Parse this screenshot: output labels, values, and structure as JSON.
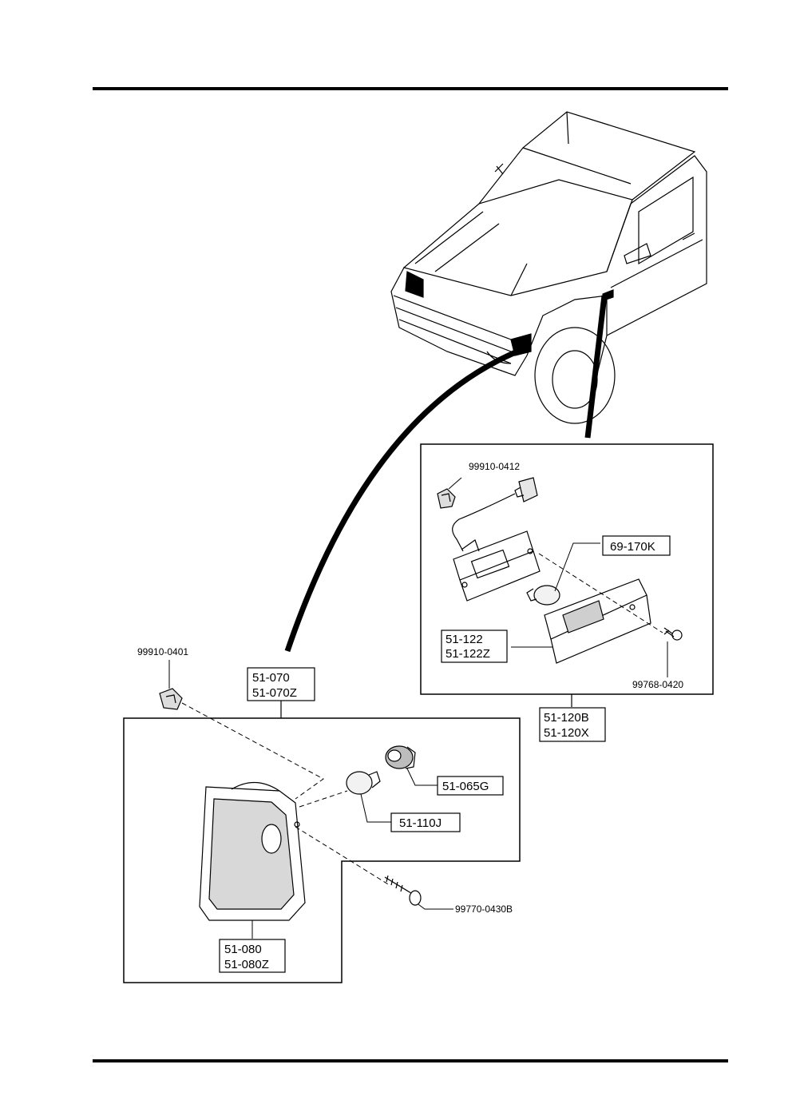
{
  "labels": {
    "clip_front": "99910-0401",
    "assy_front_a": "51-070",
    "assy_front_b": "51-070Z",
    "socket_front": "51-065G",
    "bulb_front": "51-110J",
    "lens_front_a": "51-080",
    "lens_front_b": "51-080Z",
    "screw_front": "99770-0430B",
    "clip_side": "99910-0412",
    "bulb_side": "69-170K",
    "lens_side_a": "51-122",
    "lens_side_b": "51-122Z",
    "screw_side": "99768-0420",
    "assy_side_a": "51-120B",
    "assy_side_b": "51-120X"
  }
}
